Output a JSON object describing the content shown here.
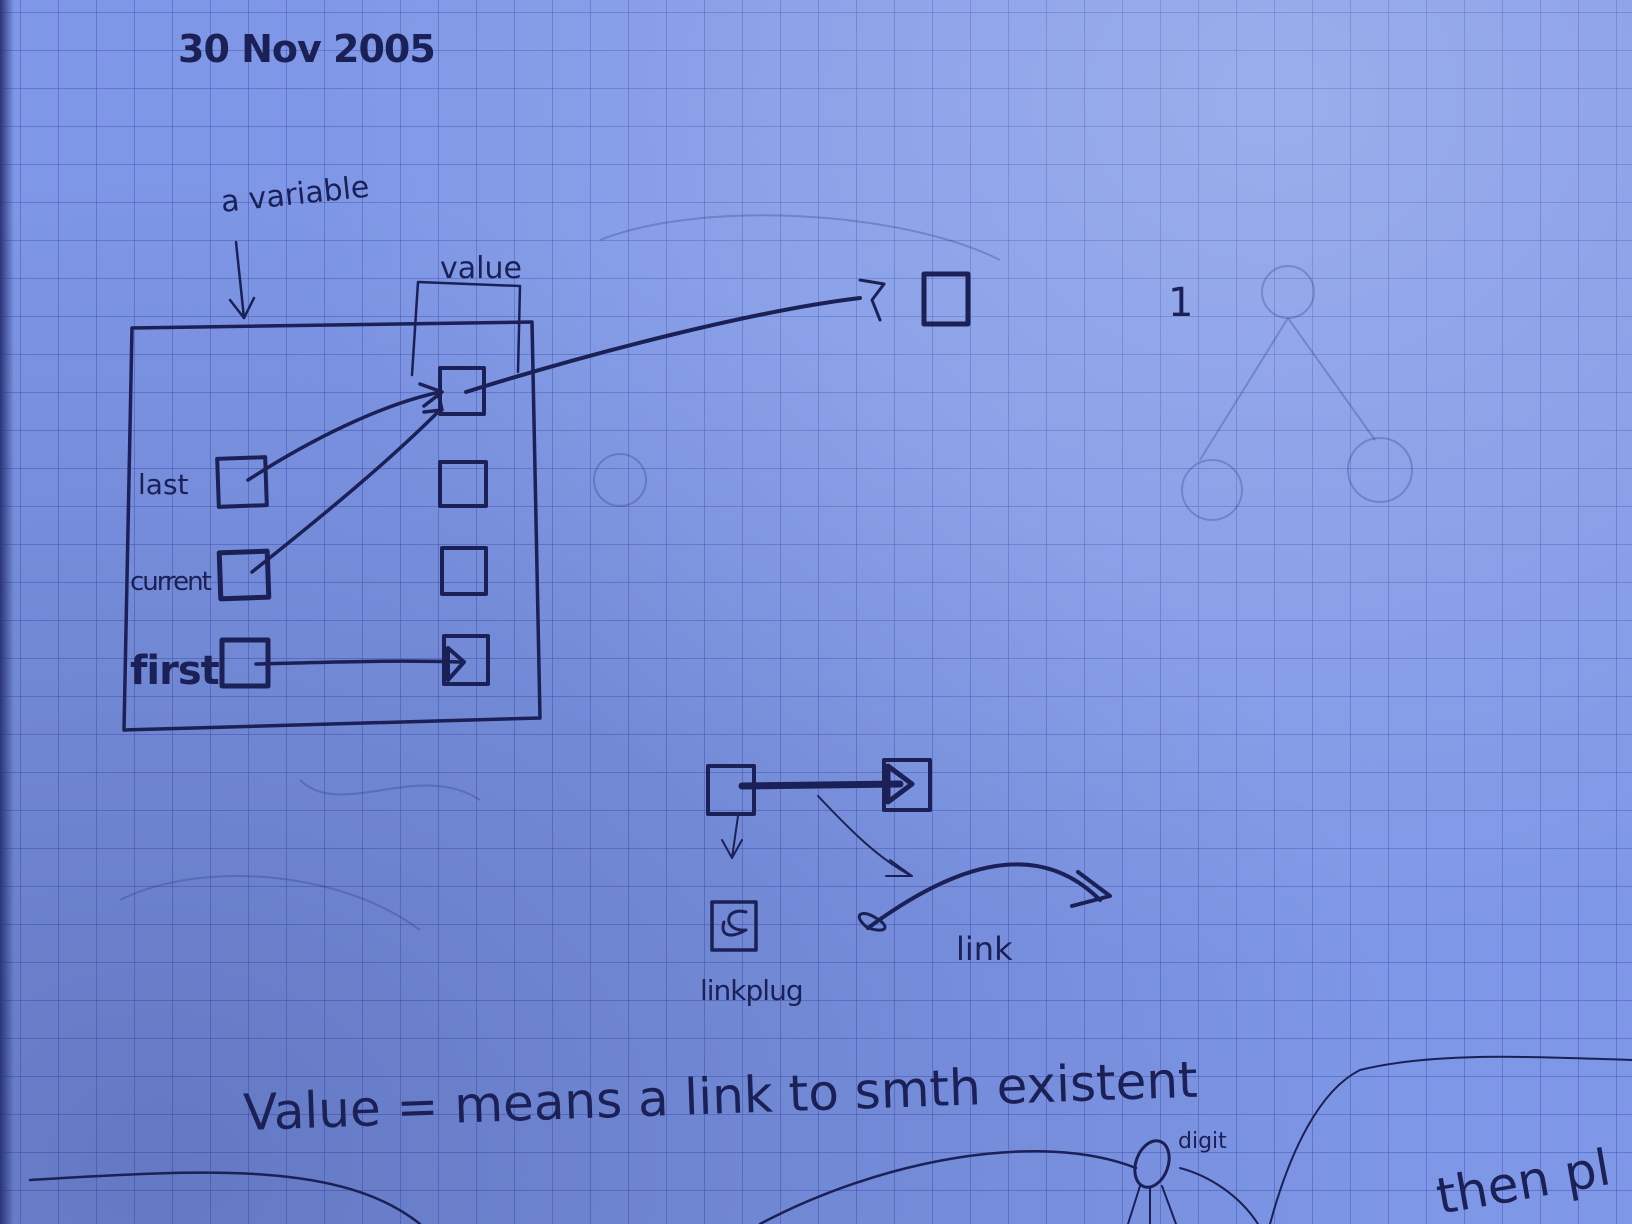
{
  "date": "30 Nov 2005",
  "labels": {
    "variable": "a variable",
    "value_bracket": "value",
    "last": "last",
    "current": "current",
    "first": "first",
    "digit_one": "1",
    "linkplug": "linkplug",
    "link": "link",
    "digit": "digit"
  },
  "caption": "Value = means a link to smth existent",
  "partial_bottom_right": "then pl"
}
